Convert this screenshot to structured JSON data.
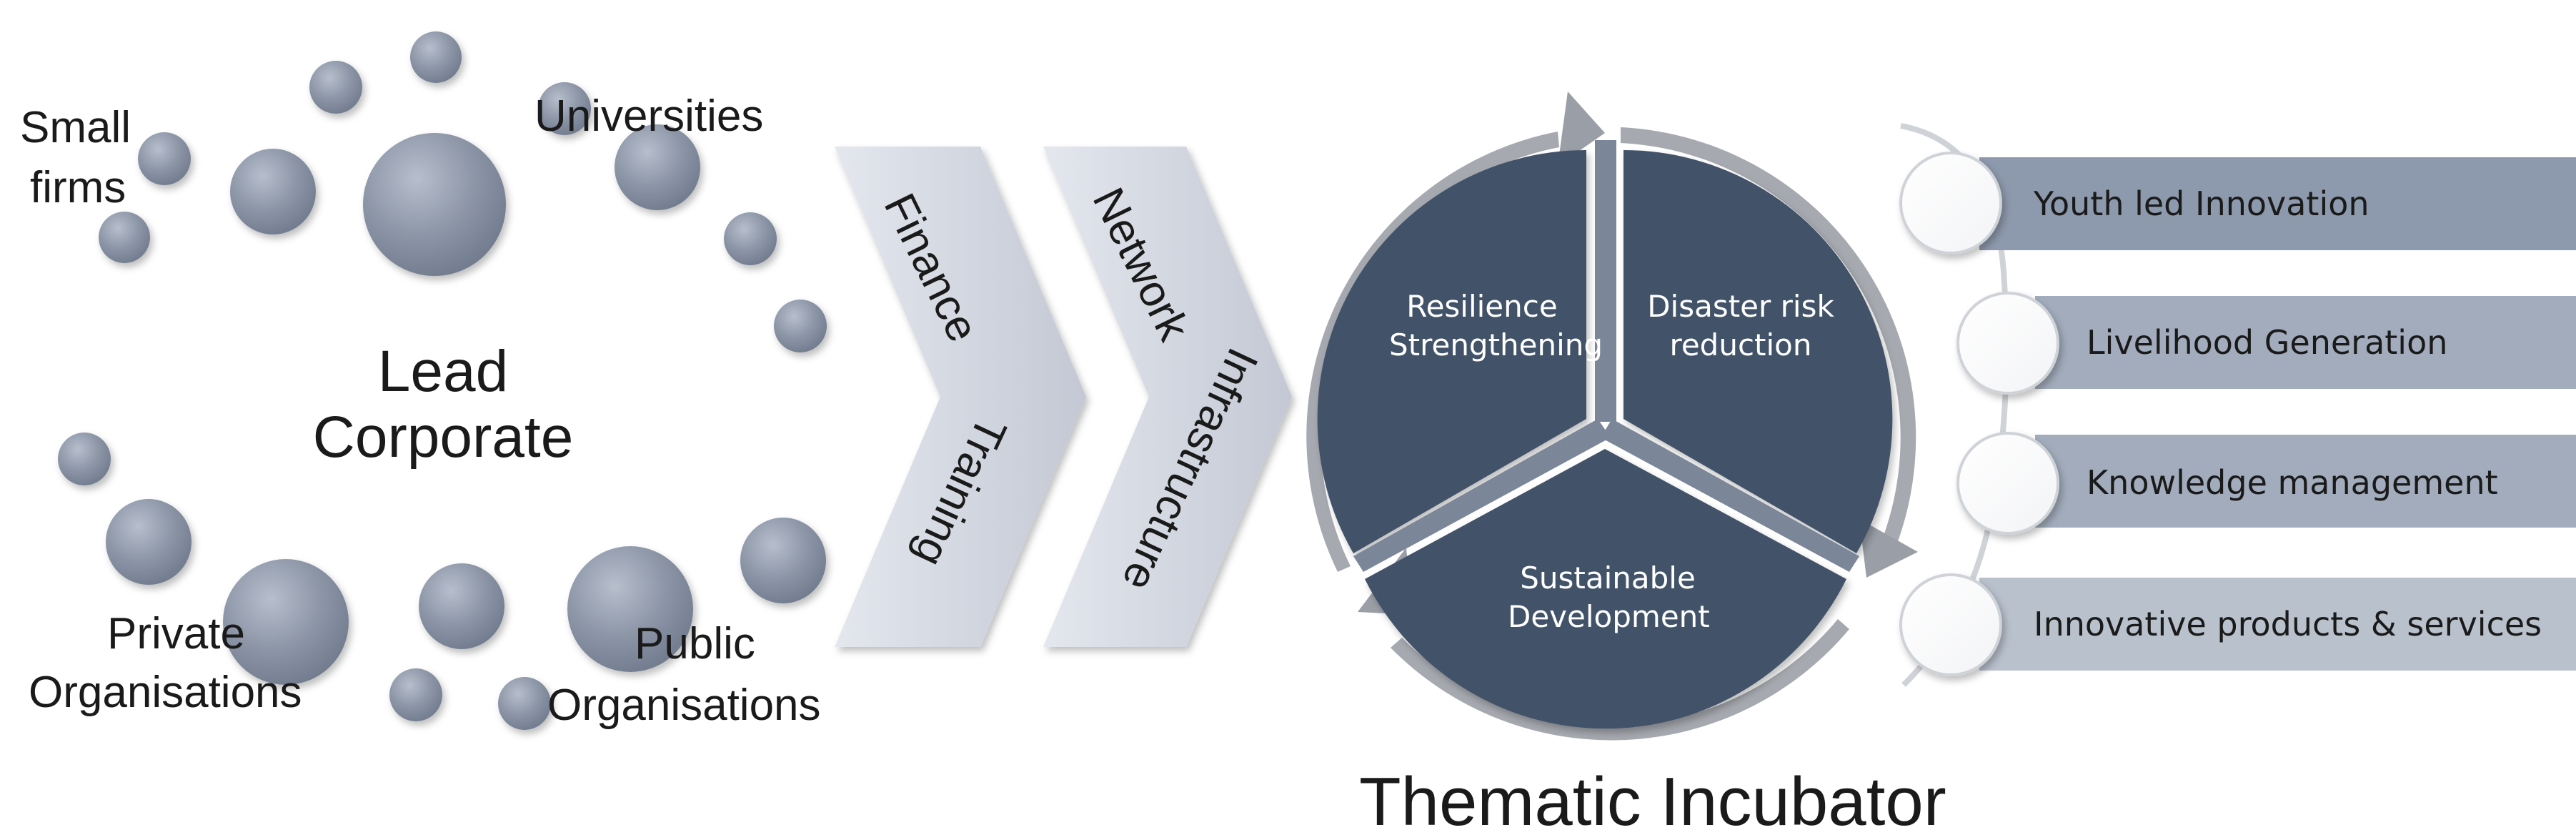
{
  "cluster": {
    "center_label_line1": "Lead",
    "center_label_line2": "Corporate",
    "small_firms_line1": "Small",
    "small_firms_line2": "firms",
    "universities": "Universities",
    "private_line1": "Private",
    "private_line2": "Organisations",
    "public_line1": "Public",
    "public_line2": "Organisations"
  },
  "chevrons": {
    "first_top": "Finance",
    "first_bottom": "Training",
    "second_top": "Network",
    "second_bottom": "Infrastructure"
  },
  "incubator": {
    "segment_top_left_line1": "Resilience",
    "segment_top_left_line2": "Strengthening",
    "segment_top_right_line1": "Disaster risk",
    "segment_top_right_line2": "reduction",
    "segment_bottom_line1": "Sustainable",
    "segment_bottom_line2": "Development",
    "title": "Thematic Incubator"
  },
  "outcomes": [
    "Youth led Innovation",
    "Livelihood Generation",
    "Knowledge management",
    "Innovative products & services"
  ],
  "colors": {
    "bubble": "#8e97a8",
    "chevron": "#d2d6e0",
    "segment": "#435269",
    "ring": "#a6a9af",
    "outcome_bar_1": "#8d99ac",
    "outcome_bar_2": "#a2acbc",
    "outcome_bar_3": "#a2acbc",
    "outcome_bar_4": "#b9c1cd"
  }
}
